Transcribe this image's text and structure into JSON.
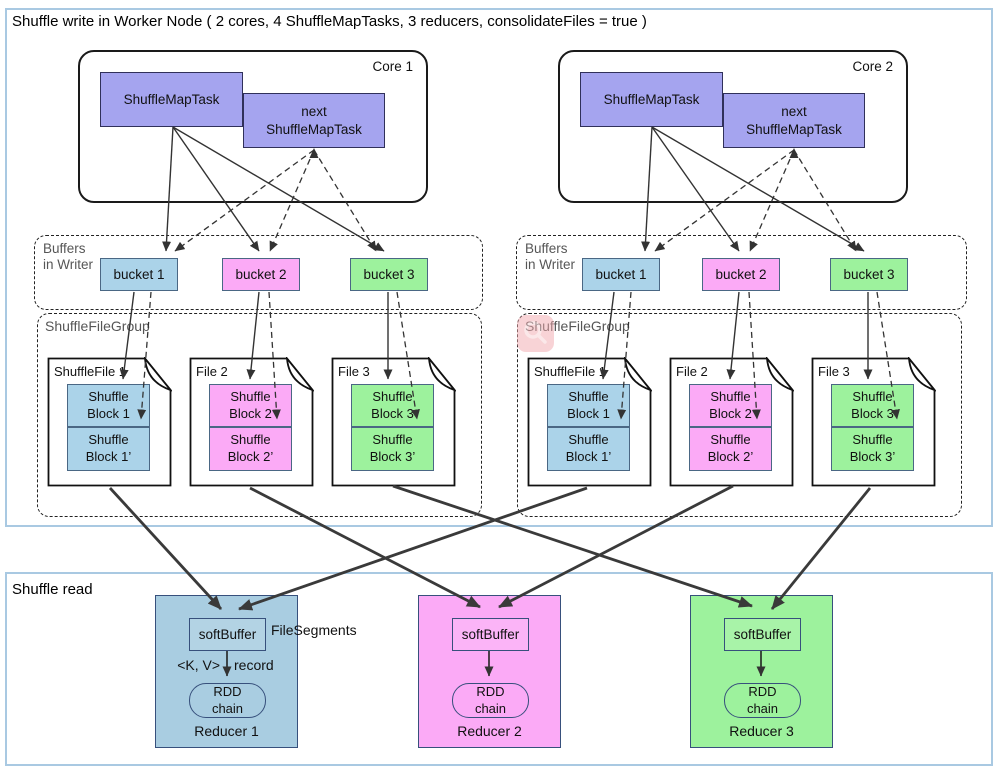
{
  "colors": {
    "purple": "#a5a4ef",
    "blue": "#abd3e9",
    "pink": "#fbaaf6",
    "green": "#9df29d",
    "reducer_blue": "#a9cde1",
    "section_border": "#a9c9e2",
    "border_dark": "#4a6784",
    "reducer_border": "#37507c",
    "arrow": "#3a3a3a",
    "label_gray": "#565656"
  },
  "write": {
    "title": "Shuffle write in Worker Node ( 2 cores, 4 ShuffleMapTasks, 3 reducers, consolidateFiles = true )",
    "cores": [
      {
        "label": "Core 1",
        "task": "ShuffleMapTask",
        "next_task": "next ShuffleMapTask"
      },
      {
        "label": "Core 2",
        "task": "ShuffleMapTask",
        "next_task": "next ShuffleMapTask"
      }
    ],
    "buffer_groups": [
      {
        "label": "Buffers in Writer",
        "buckets": [
          "bucket 1",
          "bucket 2",
          "bucket 3"
        ]
      },
      {
        "label": "Buffers in Writer",
        "buckets": [
          "bucket 1",
          "bucket 2",
          "bucket 3"
        ]
      }
    ],
    "file_groups": [
      {
        "label": "ShuffleFileGroup",
        "files": [
          {
            "name": "ShuffleFile 1",
            "blocks": [
              "Shuffle Block 1",
              "Shuffle Block 1’"
            ]
          },
          {
            "name": "File 2",
            "blocks": [
              "Shuffle Block 2",
              "Shuffle Block 2’"
            ]
          },
          {
            "name": "File 3",
            "blocks": [
              "Shuffle Block 3",
              "Shuffle Block 3’"
            ]
          }
        ]
      },
      {
        "label": "ShuffleFileGroup",
        "files": [
          {
            "name": "ShuffleFile 1",
            "blocks": [
              "Shuffle Block 1",
              "Shuffle Block 1’"
            ]
          },
          {
            "name": "File 2",
            "blocks": [
              "Shuffle Block 2",
              "Shuffle Block 2’"
            ]
          },
          {
            "name": "File 3",
            "blocks": [
              "Shuffle Block 3",
              "Shuffle Block 3’"
            ]
          }
        ]
      }
    ]
  },
  "read": {
    "title": "Shuffle read",
    "annotations": {
      "file_segments": "FileSegments",
      "kv": "<K, V>",
      "record": "record"
    },
    "reducers": [
      {
        "name": "Reducer 1",
        "buffer": "softBuffer",
        "chain": "RDD chain"
      },
      {
        "name": "Reducer 2",
        "buffer": "softBuffer",
        "chain": "RDD chain"
      },
      {
        "name": "Reducer 3",
        "buffer": "softBuffer",
        "chain": "RDD chain"
      }
    ]
  },
  "icons": {
    "file": "document-dog-ear-icon",
    "watermark": "magnifier-badge-icon"
  }
}
